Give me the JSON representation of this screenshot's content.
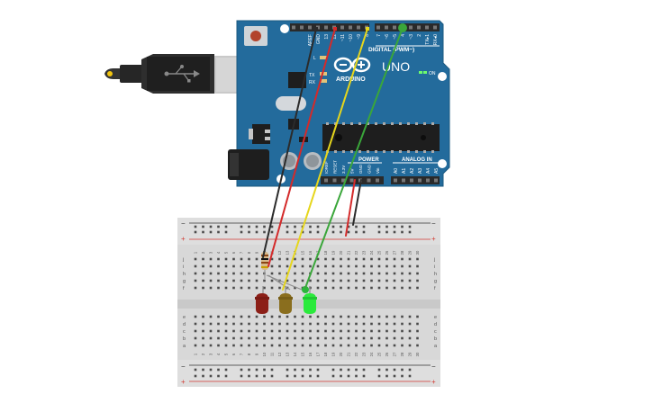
{
  "canvas": {
    "background": "#ffffff"
  },
  "arduino": {
    "brand": "ARDUINO",
    "model": "UNO",
    "digital_label": "DIGITAL (PWM~)",
    "power_label": "POWER",
    "analog_label": "ANALOG IN",
    "on_label": "ON",
    "tx_label": "TX",
    "rx_label": "RX",
    "l_label": "L",
    "top_pins": [
      "AREF",
      "GND",
      "13",
      "12",
      "~11",
      "~10",
      "~9",
      "8",
      "7",
      "~6",
      "~5",
      "4",
      "~3",
      "2",
      "TX▸1",
      "RX◂0"
    ],
    "power_pins": [
      "IOREF",
      "RESET",
      "3.3V",
      "5V",
      "GND",
      "GND",
      "Vin"
    ],
    "analog_pins": [
      "A0",
      "A1",
      "A2",
      "A3",
      "A4",
      "A5"
    ],
    "colors": {
      "board": "#236b9c",
      "board_edge": "#1b587f",
      "header": "#2a2a2a",
      "chip": "#1e1e1e"
    }
  },
  "usb": {
    "icon": "usb-icon"
  },
  "breadboard": {
    "rows_top": [
      "j",
      "i",
      "h",
      "g",
      "f"
    ],
    "rows_bottom": [
      "e",
      "d",
      "c",
      "b",
      "a"
    ],
    "columns": 30,
    "rail_minus": "−",
    "rail_plus": "+",
    "colors": {
      "body": "#d8d8d8",
      "rail_red": "#d33a32",
      "rail_black": "#333333",
      "hole": "#4a4a4a"
    }
  },
  "components": {
    "leds": [
      {
        "name": "red-led",
        "color": "#8c1f17"
      },
      {
        "name": "yellow-led",
        "color": "#8a6e1e"
      },
      {
        "name": "green-led",
        "color": "#2bea3c"
      }
    ],
    "resistor": {
      "name": "resistor"
    }
  },
  "wires": [
    {
      "name": "black-gnd-wire",
      "color": "#2b2b2b"
    },
    {
      "name": "red-pin13-wire",
      "color": "#d42a2a"
    },
    {
      "name": "yellow-pin8-wire",
      "color": "#e6d61c"
    },
    {
      "name": "green-pin5-wire",
      "color": "#3aa63a"
    },
    {
      "name": "red-5v-wire",
      "color": "#d42a2a"
    },
    {
      "name": "black-gnd-power-wire",
      "color": "#2b2b2b"
    }
  ]
}
